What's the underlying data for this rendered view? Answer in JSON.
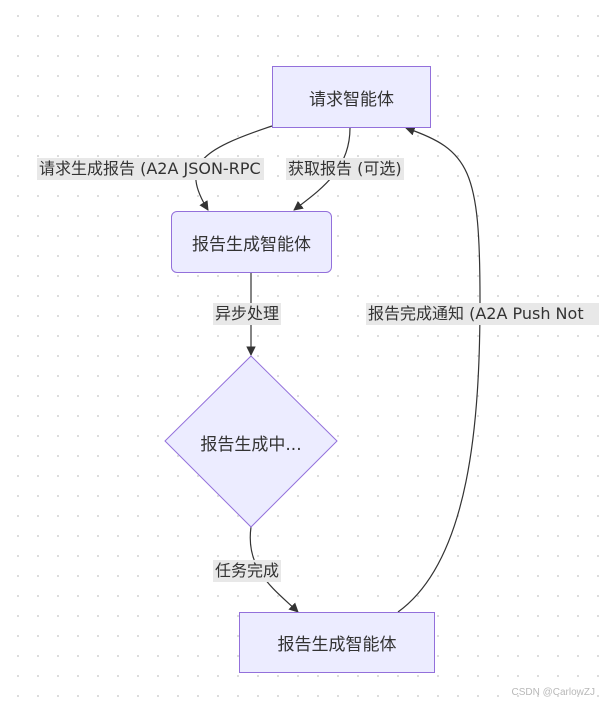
{
  "diagram": {
    "nodes": {
      "requesting_agent": "请求智能体",
      "report_agent_top": "报告生成智能体",
      "generating": "报告生成中...",
      "report_agent_bottom": "报告生成智能体"
    },
    "edges": {
      "request_report": "请求生成报告 (A2A JSON-RPC",
      "fetch_report": "获取报告 (可选)",
      "async_process": "异步处理",
      "task_done": "任务完成",
      "push_notify": "报告完成通知 (A2A Push Not"
    },
    "colors": {
      "node_fill": "#ececff",
      "node_border": "#9370db",
      "edge_line": "#333333",
      "label_bg": "#e8e8e8"
    }
  },
  "watermark": "CSDN @CarlowZJ"
}
